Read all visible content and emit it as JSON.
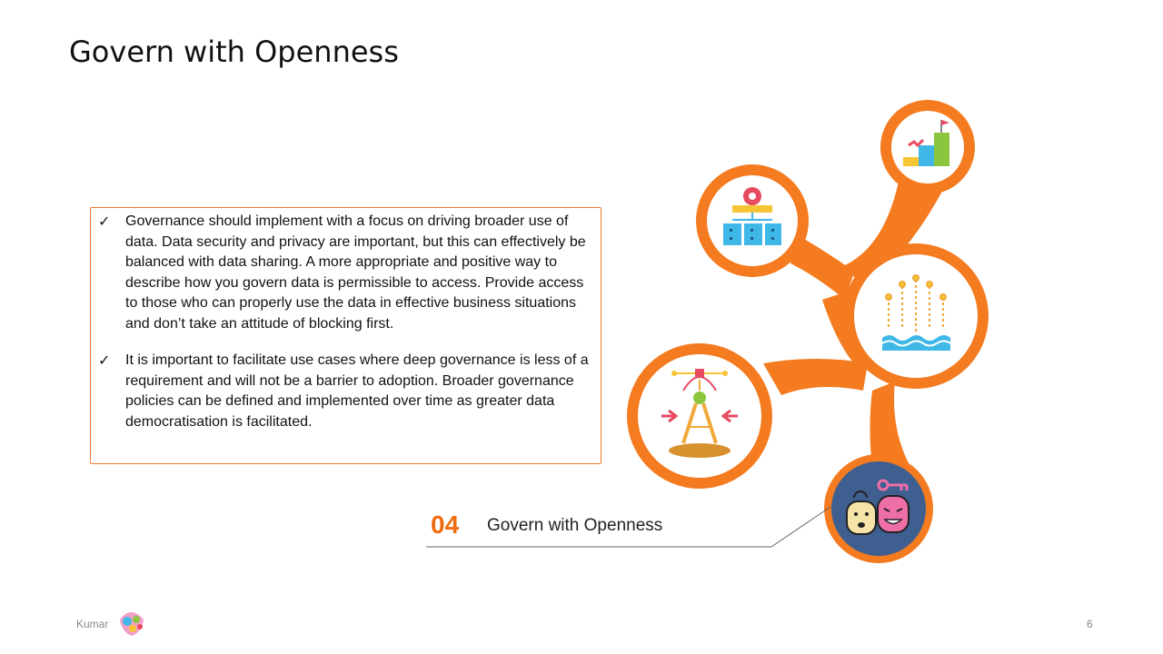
{
  "slide": {
    "title": "Govern with Openness",
    "bullets": [
      "Governance should implement with a focus on driving broader use of data. Data security and privacy are important, but this can effectively be balanced with data sharing. A more appropriate and positive way to describe how you govern data is permissible to access. Provide access to those who can properly use the data in effective business situations and don’t take an attitude of blocking first.",
      "It is important to facilitate use cases where deep governance is less of a requirement and will not be a barrier to adoption. Broader governance policies can be defined and implemented over time as greater data democratisation is facilitated."
    ],
    "bullet_marker": "✓",
    "step_number": "04",
    "step_label": "Govern with Openness",
    "footer_left": "Kumar",
    "page_number": "6"
  },
  "colors": {
    "accent": "#f47b20",
    "active_circle": "#3e5f8f",
    "border": "#f07a2a"
  },
  "icons": [
    "bar-chart-flag-icon",
    "hierarchy-servers-icon",
    "data-stream-water-icon",
    "compass-balance-icon",
    "masks-lock-key-icon",
    "logo-icon"
  ]
}
